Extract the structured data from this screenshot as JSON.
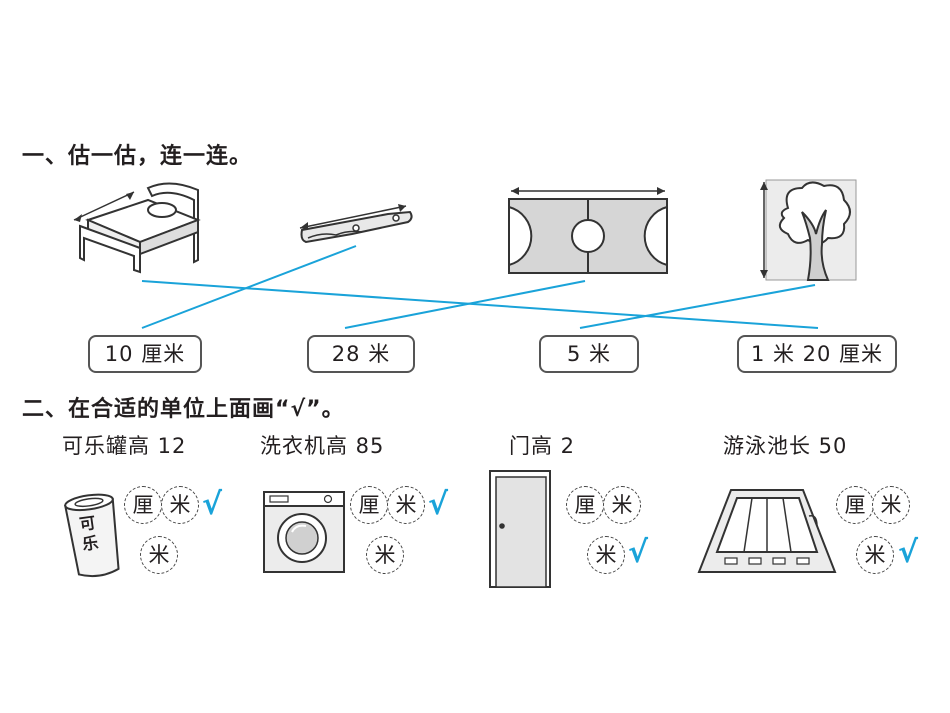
{
  "colors": {
    "accent": "#1aa3d9",
    "ink": "#231f20"
  },
  "section1": {
    "title": "一、估一估，连一连。",
    "items": [
      {
        "name": "bed-picture",
        "icon": "bed-icon"
      },
      {
        "name": "knife-picture",
        "icon": "knife-icon"
      },
      {
        "name": "field-picture",
        "icon": "basketball-court-icon"
      },
      {
        "name": "tree-picture",
        "icon": "tree-icon"
      }
    ],
    "answers": [
      "10 厘米",
      "28 米",
      "5 米",
      "1 米 20 厘米"
    ],
    "connections": [
      [
        0,
        3
      ],
      [
        1,
        0
      ],
      [
        2,
        1
      ],
      [
        3,
        2
      ]
    ]
  },
  "section2": {
    "title": "二、在合适的单位上面画“√”。",
    "check_mark": "√",
    "questions": [
      {
        "label": "可乐罐高 12",
        "units": [
          "厘",
          "米",
          "米"
        ],
        "icon": "cola-can-icon",
        "can_text": "可乐",
        "answer": "厘米"
      },
      {
        "label": "洗衣机高 85",
        "units": [
          "厘",
          "米",
          "米"
        ],
        "icon": "washing-machine-icon",
        "answer": "厘米"
      },
      {
        "label": "门高 2",
        "units": [
          "厘",
          "米",
          "米"
        ],
        "icon": "door-icon",
        "answer": "米"
      },
      {
        "label": "游泳池长 50",
        "units": [
          "厘",
          "米",
          "米"
        ],
        "icon": "swimming-pool-icon",
        "answer": "米"
      }
    ]
  }
}
